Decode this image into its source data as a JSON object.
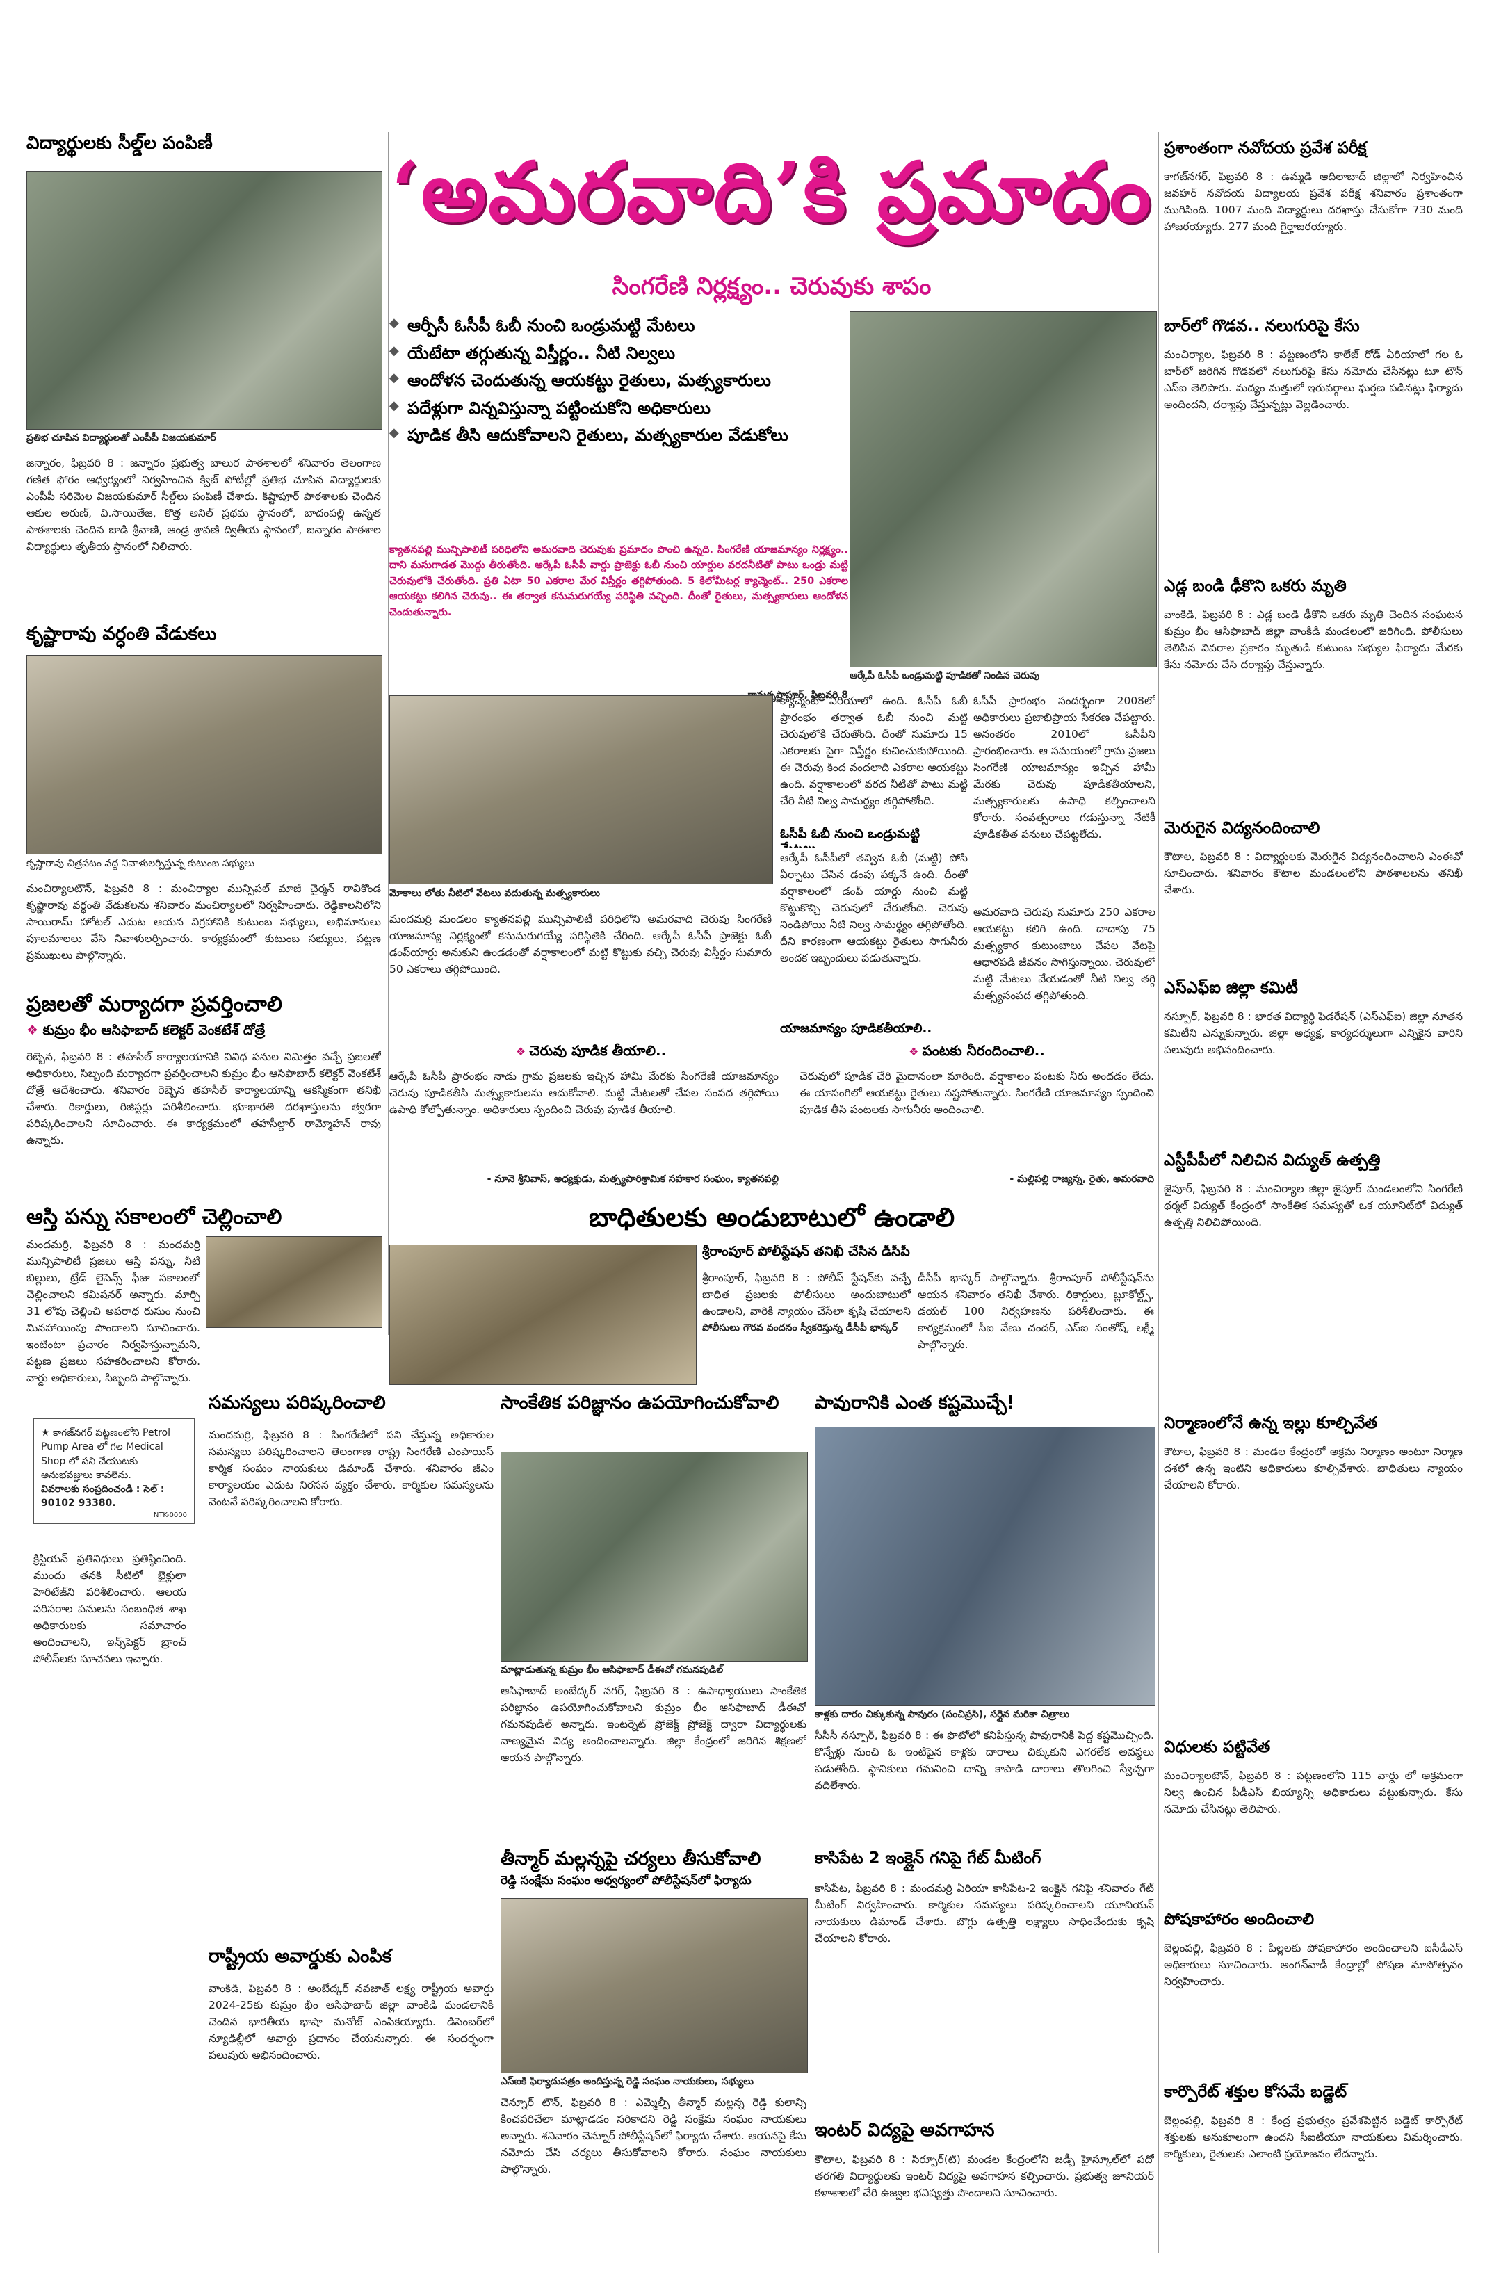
{
  "masthead": {
    "title": "‘అమరవాది’కి ప్రమాదం",
    "subtitle": "సింగరేణి నిర్లక్ష్యం.. చెరువుకు శాపం"
  },
  "lead": {
    "bullets": [
      "ఆర్పీసీ ఓసీపీ ఓబీ నుంచి ఒండ్రుమట్టి మేటలు",
      "యేటేటా తగ్గుతున్న విస్తీర్ణం.. నీటి నిల్వలు",
      "ఆందోళన చెందుతున్న ఆయకట్టు రైతులు, మత్స్యకారులు",
      "పదేళ్లుగా విన్నవిస్తున్నా పట్టించుకోని అధికారులు",
      "పూడిక తీసి ఆదుకోవాలని రైతులు, మత్స్యకారుల వేడుకోలు"
    ],
    "pink_box": "క్యాతనపల్లి మున్సిపాలిటీ పరిధిలోని అమరవాది చెరువుకు ప్రమాదం పొంచి ఉన్నది. సింగరేణి యాజమాన్యం నిర్లక్ష్యం.. దాని మసుగాడత మొద్దు తీరుతోంది. ఆర్కేపీ ఓసీపీ వార్డు ప్రాజెక్టు ఓబీ నుంచి యార్డుల వరదనీటితో పాటు ఒండ్రు మట్టి చెరువులోకి చేరుతోంది. ప్రతి ఏటా 50 ఎకరాల మేర విస్తీర్ణం తగ్గిపోతుంది. 5 కిలోమీటర్ల క్యాచ్మెంట్.. 250 ఎకరాల ఆయకట్టు కలిగిన చెరువు.. ఈ తర్వాత కనుమరుగయ్యే పరిస్థితి వచ్చింది. దీంతో రైతులు, మత్స్యకారులు ఆందోళన చెందుతున్నారు.",
    "dateline": "- రామకృష్ణాపూర్, ఫిబ్రవరి 8"
  },
  "left_col": {
    "top_head": "విద్యార్థులకు సీల్డ్‌ల పంపిణీ",
    "photo1_caption": "ప్రతిభ చూపిన విద్యార్థులతో ఎంపీపీ విజయకుమార్",
    "story1": "జన్నారం, ఫిబ్రవరి 8 : జన్నారం ప్రభుత్వ బాలుర పాఠశాలలో శనివారం తెలంగాణ గణిత ఫోరం ఆధ్వర్యంలో నిర్వహించిన క్విజ్ పోటీల్లో ప్రతిభ చూపిన విద్యార్థులకు ఎంపీపీ సరిమెల విజయకుమార్ సీల్డ్‌లు పంపిణీ చేశారు. కిష్టాపూర్ పాఠశాలకు చెందిన ఆకుల అరుణ్, వి.సాయితేజ, కొత్త అనిల్ ప్రథమ స్థానంలో, బాదంపల్లి ఉన్నత పాఠశాలకు చెందిన జాడి శ్రీవాణి, ఆండ్ర శ్రావణి ద్వితీయ స్థానంలో, జన్నారం పాఠశాల విద్యార్థులు తృతీయ స్థానంలో నిలిచారు.",
    "story2_head": "కృష్ణారావు వర్ధంతి వేడుకలు",
    "photo2_caption": "కృష్ణారావు చిత్రపటం వద్ద నివాళులర్పిస్తున్న కుటుంబ సభ్యులు",
    "story2": "మంచిర్యాలటౌన్, ఫిబ్రవరి 8 : మంచిర్యాల మున్సిపల్ మాజీ చైర్మన్ రావికొండ కృష్ణారావు వర్ధంతి వేడుకలను శనివారం మంచిర్యాలలో నిర్వహించారు. రెడ్డికాలనీలోని సాయిరామ్ హోటల్ ఎదుట ఆయన విగ్రహానికి కుటుంబ సభ్యులు, అభిమానులు పూలమాలలు వేసి నివాళులర్పించారు. కార్యక్రమంలో కుటుంబ సభ్యులు, పట్టణ ప్రముఖులు పాల్గొన్నారు.",
    "story3_head": "ప్రజలతో మర్యాదగా ప్రవర్తించాలి",
    "story3_sub": "కుమ్రం భీం ఆసిఫాబాద్ కలెక్టర్ వెంకటేశ్ దోత్రే",
    "story3": "రెబ్బెన, ఫిబ్రవరి 8 : తహసీల్ కార్యాలయానికి వివిధ పనుల నిమిత్తం వచ్చే ప్రజలతో అధికారులు, సిబ్బంది మర్యాదగా ప్రవర్తించాలని కుమ్రం భీం ఆసిఫాబాద్ కలెక్టర్ వెంకటేశ్ దోత్రే ఆదేశించారు. శనివారం రెబ్బెన తహసీల్ కార్యాలయాన్ని ఆకస్మికంగా తనిఖీ చేశారు. రికార్డులు, రిజిస్టర్లు పరిశీలించారు. భూభారతి దరఖాస్తులను త్వరగా పరిష్కరించాలని సూచించారు. ఈ కార్యక్రమంలో తహసీల్దార్ రామ్మోహన్ రావు ఉన్నారు.",
    "story4_head": "ఆస్తి పన్ను సకాలంలో చెల్లించాలి",
    "story4": "మందమర్రి, ఫిబ్రవరి 8 : మందమర్రి మున్సిపాలిటీ ప్రజలు ఆస్తి పన్ను, నీటి బిల్లులు, ట్రేడ్ లైసెన్స్ ఫీజు సకాలంలో చెల్లించాలని కమిషనర్ అన్నారు. మార్చి 31 లోపు చెల్లించి అపరాధ రుసుం నుంచి మినహాయింపు పొందాలని సూచించారు. ఇంటింటా ప్రచారం నిర్వహిస్తున్నామని, పట్టణ ప్రజలు సహకరించాలని కోరారు. వార్డు అధికారులు, సిబ్బంది పాల్గొన్నారు."
  },
  "center_col": {
    "photo_caption": "ఆర్కేపీ ఓసీపీ ఒండ్రుమట్టి పూడికతో నిండిన చెరువు",
    "text_a": "క్యాచ్మెంట్ ఏరియాలో ఉంది. ఓసీపీ ఓబీ ప్రారంభం తర్వాత ఓబీ నుంచి మట్టి చెరువులోకి చేరుతోంది. దీంతో సుమారు 15 ఎకరాలకు పైగా విస్తీర్ణం కుచించుకుపోయింది. ఈ చెరువు కింద వందలాది ఎకరాల ఆయకట్టు ఉంది. వర్షాకాలంలో వరద నీటితో పాటు మట్టి చేరి నీటి నిల్వ సామర్థ్యం తగ్గిపోతోంది.",
    "text_b": "ఓసీపీ ప్రారంభం సందర్భంగా 2008లో అధికారులు ప్రజాభిప్రాయ సేకరణ చేపట్టారు. అనంతరం 2010లో ఓసీపీని ప్రారంభించారు. ఆ సమయంలో గ్రామ ప్రజలు సింగరేణి యాజమాన్యం ఇచ్చిన హామీ మేరకు చెరువు పూడికతీయాలని, మత్స్యకారులకు ఉపాధి కల్పించాలని కోరారు. సంవత్సరాలు గడుస్తున్నా నేటికీ పూడికతీత పనులు చేపట్టలేదు.",
    "sub1": "ఓసీపీ ఓబీ నుంచి ఒండ్రుమట్టి మేటలు..",
    "text_c": "ఆర్కేపీ ఓసీపీలో తవ్విన ఓబీ (మట్టి) పోసి ఏర్పాటు చేసిన డంపు పక్కనే ఉంది. దీంతో వర్షాకాలంలో డంప్ యార్డు నుంచి మట్టి కొట్టుకొచ్చి చెరువులో చేరుతోంది. చెరువు నిండిపోయి నీటి నిల్వ సామర్థ్యం తగ్గిపోతోంది. దీని కారణంగా ఆయకట్టు రైతులు సాగునీరు అందక ఇబ్బందులు పడుతున్నారు.",
    "photo2_caption": "మోకాలు లోతు నీటిలో వేటలు వదుతున్న మత్స్యకారులు",
    "text_d": "మందమర్రి మండలం క్యాతనపల్లి మున్సిపాలిటీ పరిధిలోని అమరవాది చెరువు సింగరేణి యాజమాన్య నిర్లక్ష్యంతో కనుమరుగయ్యే పరిస్థితికి చేరింది. ఆర్కేపీ ఓసీపీ ప్రాజెక్టు ఓబీ డంప్‌యార్డు అనుకుని ఉండడంతో వర్షాకాలంలో మట్టి కొట్టుకు వచ్చి చెరువు విస్తీర్ణం సుమారు 50 ఎకరాలు తగ్గిపోయింది.",
    "text_e": "అమరవాది చెరువు సుమారు 250 ఎకరాల ఆయకట్టు కలిగి ఉంది. దాదాపు 75 మత్స్యకార కుటుంబాలు చేపల వేటపై ఆధారపడి జీవనం సాగిస్తున్నాయి. చెరువులో మట్టి మేటలు వేయడంతో నీటి నిల్వ తగ్గి మత్స్యసంపద తగ్గిపోతుంది.",
    "sub2": "యాజమాన్యం పూడికతీయాలి..",
    "sub3": "చెరువు పూడిక తీయాలి..",
    "quote1": "ఆర్కేపీ ఓసీపీ ప్రారంభం నాడు గ్రామ ప్రజలకు ఇచ్చిన హామీ మేరకు సింగరేణి యాజమాన్యం చెరువు పూడికతీసి మత్స్యకారులను ఆదుకోవాలి. మట్టి మేటలతో చేపల సంపద తగ్గిపోయి ఉపాధి కోల్పోతున్నాం. అధికారులు స్పందించి చెరువు పూడిక తీయాలి.",
    "quote1_by": "- నూనె శ్రీనివాస్, అధ్యక్షుడు, మత్స్యపారిశ్రామిక సహకార సంఘం, క్యాతనపల్లి",
    "sub4": "పంటకు నీరందించాలి..",
    "quote2": "చెరువులో పూడిక చేరి మైదానంలా మారింది. వర్షాకాలం పంటకు నీరు అందడం లేదు. ఈ యాసంగిలో ఆయకట్టు రైతులు నష్టపోతున్నారు. సింగరేణి యాజమాన్యం స్పందించి పూడిక తీసి పంటలకు సాగునీరు అందించాలి.",
    "quote2_by": "- మల్లిపల్లి రాజ్యన్న, రైతు, అమరవాది",
    "story_head": "బాధితులకు అండుబాటులో ఉండాలి",
    "story_sub": "శ్రీరాంపూర్ పోలీస్టేషన్ తనిఖీ చేసిన డీసీపీ",
    "story_body_a": "శ్రీరాంపూర్, ఫిబ్రవరి 8 : పోలీస్ స్టేషన్‌కు వచ్చే బాధిత ప్రజలకు పోలీసులు అందుబాటులో ఉండాలని, వారికి న్యాయం చేసేలా కృషి చేయాలని మంచిర్యాల డీసీపీ భాస్కర్ సూచించారు.",
    "story_body_b": "డీసీపీ భాస్కర్ పాల్గొన్నారు. శ్రీరాంపూర్ పోలీస్టేషన్‌ను ఆయన శనివారం తనిఖీ చేశారు. రికార్డులు, బ్లూకోల్ట్స్, డయల్ 100 నిర్వహణను పరిశీలించారు. ఈ కార్యక్రమంలో సీఐ వేణు చందర్, ఎస్ఐ సంతోష్, లక్ష్మీ పాల్గొన్నారు.",
    "story_photo_caption": "పోలీసులు గౌరవ వందనం స్వీకరిస్తున్న డీసీపీ భాస్కర్",
    "col2_head": "సాంకేతిక పరిజ్ఞానం ఉపయోగించుకోవాలి",
    "col2_caption": "మాట్లాడుతున్న కుమ్రం భీం ఆసిఫాబాద్ డీఈవో గమనపుడిల్",
    "col2_body": "ఆసిఫాబాద్ అంబేద్కర్ నగర్, ఫిబ్రవరి 8 : ఉపాధ్యాయులు సాంకేతిక పరిజ్ఞానం ఉపయోగించుకోవాలని కుమ్రం భీం ఆసిఫాబాద్ డీఈవో గమనపుడిల్ అన్నారు. ఇంటర్నెట్ ప్రోజెక్ట్ ప్రోజెక్ట్ ద్వారా విద్యార్థులకు నాణ్యమైన విద్య అందించాలన్నారు. జిల్లా కేంద్రంలో జరిగిన శిక్షణలో ఆయన పాల్గొన్నారు.",
    "col2b_head": "తీన్మార్ మల్లన్నపై చర్యలు తీసుకోవాలి",
    "col2b_sub": "రెడ్డి సంక్షేమ సంఘం ఆధ్వర్యంలో పోలీస్టేషన్‌లో ఫిర్యాదు",
    "col2b_caption": "ఎస్ఐకి ఫిర్యాదుపత్రం అందిస్తున్న రెడ్డి సంఘం నాయకులు, సభ్యులు",
    "col2b_body": "చెన్నూర్ టౌన్, ఫిబ్రవరి 8 : ఎమ్మెల్సీ తీన్మార్ మల్లన్న రెడ్డి కులాన్ని కించపరిచేలా మాట్లాడడం సరికాదని రెడ్డి సంక్షేమ సంఘం నాయకులు అన్నారు. శనివారం చెన్నూర్ పోలీస్టేషన్‌లో ఫిర్యాదు చేశారు. ఆయనపై కేసు నమోదు చేసి చర్యలు తీసుకోవాలని కోరారు. సంఘం నాయకులు పాల్గొన్నారు.",
    "col3_head": "పావురానికి ఎంత కష్టమొచ్చే!",
    "col3_caption": "కాళ్లకు దారం చిక్కుకున్న పావురం (సంచిప్రసి), సర్గైన మరికా చిత్రాలు",
    "col3_body": "సీసీసీ నస్పూర్, ఫిబ్రవరి 8 : ఈ ఫొటోలో కనిపిస్తున్న పావురానికి పెద్ద కష్టమొచ్చింది. కొన్నేళ్లు నుంచి ఓ ఇంటిపైన కాళ్లకు దారాలు చిక్కుకుని ఎగరలేక అవస్థలు పడుతోంది. స్థానికులు గమనించి దాన్ని కాపాడి దారాలు తొలగించి స్వేచ్ఛగా వదిలేశారు.",
    "col3b_head": "కాసిపేట 2 ఇంక్లైన్ గనిపై గేట్ మీటింగ్",
    "col3b_body": "కాసిపేట, ఫిబ్రవరి 8 : మందమర్రి ఏరియా కాసిపేట-2 ఇంక్లైన్ గనిపై శనివారం గేట్ మీటింగ్ నిర్వహించారు. కార్మికుల సమస్యలు పరిష్కరించాలని యూనియన్ నాయకులు డిమాండ్ చేశారు. బొగ్గు ఉత్పత్తి లక్ష్యాలు సాధించేందుకు కృషి చేయాలని కోరారు.",
    "col3c_head": "ఇంటర్ విద్యపై అవగాహన",
    "col3c_body": "కౌటాల, ఫిబ్రవరి 8 : సిర్పూర్(టి) మండల కేంద్రంలోని జడ్పీ హైస్కూల్‌లో పదో తరగతి విద్యార్థులకు ఇంటర్ విద్యపై అవగాహన కల్పించారు. ప్రభుత్వ జూనియర్ కళాశాలలో చేరి ఉజ్వల భవిష్యత్తు పొందాలని సూచించారు."
  },
  "bottom_left": {
    "h1": "సమస్యలు పరిష్కరించాలి",
    "b1": "మందమర్రి, ఫిబ్రవరి 8 : సింగరేణిలో పని చేస్తున్న అధికారుల సమస్యలు పరిష్కరించాలని తెలంగాణ రాష్ట్ర సింగరేణి ఎంపాయిస్ కార్మిక సంఘం నాయకులు డిమాండ్ చేశారు. శనివారం జీఎం కార్యాలయం ఎదుట నిరసన వ్యక్తం చేశారు. కార్మికుల సమస్యలను వెంటనే పరిష్కరించాలని కోరారు.",
    "h2": "రాష్ట్రీయ అవార్డుకు ఎంపిక",
    "b2": "వాంకిడి, ఫిబ్రవరి 8 : అంబేద్కర్ నవజాత్ లక్ష్య రాష్ట్రీయ అవార్డు 2024-25కు కుమ్రం భీం ఆసిఫాబాద్ జిల్లా వాంకిడి మండలానికి చెందిన భారతీయ భాషా మనోజ్ ఎంపికయ్యారు. డిసెంబర్‌లో న్యూఢిల్లీలో అవార్డు ప్రదానం చేయనున్నారు. ఈ సందర్భంగా పలువురు అభినందించారు."
  },
  "ad": {
    "text": "కాగజ్‌నగర్ పట్టణంలోని Petrol Pump Area లో గల Medical Shop లో పని చేయుటకు అనుభవజ్ఞులు కావలెను.",
    "contact": "వివరాలకు సంప్రదించండి : సెల్ : 90102 93380.",
    "code": "NTK-0000"
  },
  "bottom_left_text": "క్రిస్టియన్ ప్రతినిధులు ప్రతిష్ఠించింది. ముందు తనకి సీటిలో భైక్లులా హెరిటేజ్‌ని పరిశీలించారు. ఆలయ పరిసరాల పనులను సంబంధిత శాఖ అధికారులకు సమాచారం అందించాలని, ఇన్స్‌పెక్టర్ బ్రాంచ్ పోలీస్‌లకు సూచనలు ఇచ్చారు.",
  "right_col": {
    "h1": "ప్రశాంతంగా నవోదయ ప్రవేశ పరీక్ష",
    "b1": "కాగజ్‌నగర్, ఫిబ్రవరి 8 : ఉమ్మడి ఆదిలాబాద్ జిల్లాలో నిర్వహించిన జవహర్ నవోదయ విద్యాలయ ప్రవేశ పరీక్ష శనివారం ప్రశాంతంగా ముగిసింది. 1007 మంది విద్యార్థులు దరఖాస్తు చేసుకోగా 730 మంది హాజరయ్యారు. 277 మంది గైర్హాజరయ్యారు.",
    "h2": "బార్‌లో గొడవ.. నలుగురిపై కేసు",
    "b2": "మంచిర్యాల, ఫిబ్రవరి 8 : పట్టణంలోని కాలేజ్ రోడ్ ఏరియాలో గల ఓ బార్‌లో జరిగిన గొడవలో నలుగురిపై కేసు నమోదు చేసినట్లు టూ టౌన్ ఎస్ఐ తెలిపారు. మద్యం మత్తులో ఇరువర్గాలు ఘర్షణ పడినట్లు ఫిర్యాదు అందిందని, దర్యాప్తు చేస్తున్నట్లు వెల్లడించారు.",
    "h3": "ఎడ్ల బండి ఢీకొని ఒకరు మృతి",
    "b3": "వాంకిడి, ఫిబ్రవరి 8 : ఎడ్ల బండి ఢీకొని ఒకరు మృతి చెందిన సంఘటన కుమ్రం భీం ఆసిఫాబాద్ జిల్లా వాంకిడి మండలంలో జరిగింది. పోలీసులు తెలిపిన వివరాల ప్రకారం మృతుడి కుటుంబ సభ్యుల ఫిర్యాదు మేరకు కేసు నమోదు చేసి దర్యాప్తు చేస్తున్నారు.",
    "h4": "మెరుగైన విద్యనందించాలి",
    "b4": "కౌటాల, ఫిబ్రవరి 8 : విద్యార్థులకు మెరుగైన విద్యనందించాలని ఎంఈవో సూచించారు. శనివారం కౌటాల మండలంలోని పాఠశాలలను తనిఖీ చేశారు.",
    "h5": "ఎస్ఎఫ్ఐ జిల్లా కమిటీ",
    "b5": "నస్పూర్, ఫిబ్రవరి 8 : భారత విద్యార్థి ఫెడరేషన్ (ఎస్ఎఫ్ఐ) జిల్లా నూతన కమిటీని ఎన్నుకున్నారు. జిల్లా అధ్యక్ష, కార్యదర్శులుగా ఎన్నికైన వారిని పలువురు అభినందించారు.",
    "h6": "ఎస్టీపీపీలో నిలిచిన విద్యుత్ ఉత్పత్తి",
    "b6": "జైపూర్, ఫిబ్రవరి 8 : మంచిర్యాల జిల్లా జైపూర్ మండలంలోని సింగరేణి థర్మల్ విద్యుత్ కేంద్రంలో సాంకేతిక సమస్యతో ఒక యూనిట్‌లో విద్యుత్ ఉత్పత్తి నిలిచిపోయింది.",
    "h7": "నిర్మాణంలోనే ఉన్న ఇల్లు కూల్చివేత",
    "b7": "కౌటాల, ఫిబ్రవరి 8 : మండల కేంద్రంలో అక్రమ నిర్మాణం అంటూ నిర్మాణ దశలో ఉన్న ఇంటిని అధికారులు కూల్చివేశారు. బాధితులు న్యాయం చేయాలని కోరారు.",
    "h8": "విధులకు పట్టివేత",
    "b8": "మంచిర్యాలటౌన్, ఫిబ్రవరి 8 : పట్టణంలోని 115 వార్డు లో అక్రమంగా నిల్వ ఉంచిన పీడీఎస్ బియ్యాన్ని అధికారులు పట్టుకున్నారు. కేసు నమోదు చేసినట్లు తెలిపారు.",
    "h9": "పోషకాహారం అందించాలి",
    "b9": "బెల్లంపల్లి, ఫిబ్రవరి 8 : పిల్లలకు పోషకాహారం అందించాలని ఐసీడీఎస్ అధికారులు సూచించారు. అంగన్‌వాడీ కేంద్రాల్లో పోషణ మాసోత్సవం నిర్వహించారు.",
    "h10": "కార్పొరేట్ శక్తుల కోసమే బడ్జెట్",
    "b10": "బెల్లంపల్లి, ఫిబ్రవరి 8 : కేంద్ర ప్రభుత్వం ప్రవేశపెట్టిన బడ్జెట్ కార్పొరేట్ శక్తులకు అనుకూలంగా ఉందని సీఐటీయూ నాయకులు విమర్శించారు. కార్మికులు, రైతులకు ఎలాంటి ప్రయోజనం లేదన్నారు."
  }
}
